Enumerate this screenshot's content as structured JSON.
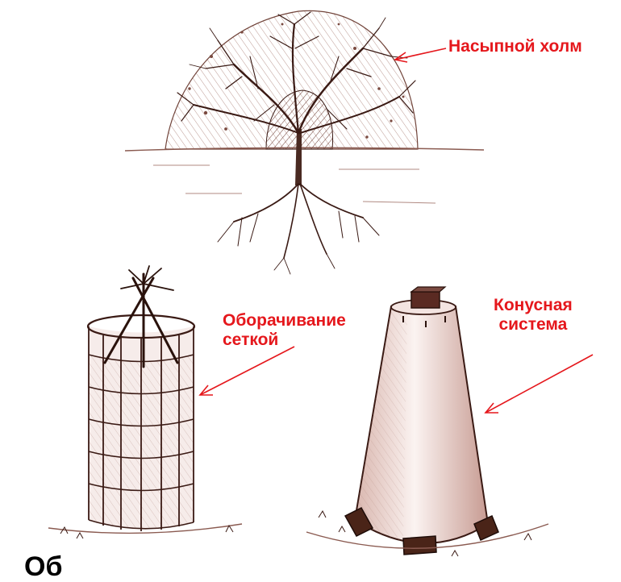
{
  "labels": {
    "mound": "Насыпной холм",
    "mesh_line1": "Оборачивание",
    "mesh_line2": "сеткой",
    "cone_line1": "Конусная",
    "cone_line2": "система"
  },
  "colors": {
    "label": "#e5171c",
    "ink": "#5a2a22",
    "dark_ink": "#3a1a14",
    "ground": "#8a5a50"
  },
  "footer_fragment": "Об"
}
